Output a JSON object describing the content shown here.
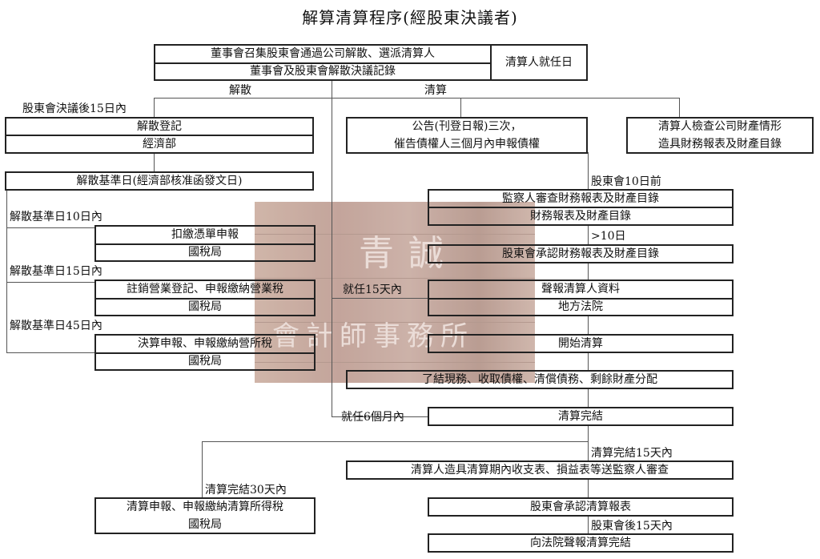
{
  "title": "解算清算程序(經股東決議者)",
  "top": {
    "line1": "董事會召集股東會通過公司解散、選派清算人",
    "line2": "董事會及股東會解散決議記錄",
    "side": "清算人就任日"
  },
  "branch_left": "解散",
  "branch_right": "清算",
  "watermark": {
    "line1": "青誠",
    "line2": "會計師事務所"
  },
  "left": {
    "deadline1": "股東會決議後15日內",
    "reg_line1": "解散登記",
    "reg_line2": "經濟部",
    "base_date": "解散基準日(經濟部核准函發文日)",
    "d10": "解散基準日10日內",
    "withhold_line1": "扣繳憑單申報",
    "withhold_line2": "國稅局",
    "d15": "解散基準日15日內",
    "vat_line1": "註銷營業登記、申報繳納營業稅",
    "vat_line2": "國稅局",
    "d45": "解散基準日45日內",
    "tax_line1": "決算申報、申報繳納營所稅",
    "tax_line2": "國稅局"
  },
  "right": {
    "notice_line1": "公告(刊登日報)三次，",
    "notice_line2": "催告債權人三個月內申報債權",
    "check_line1": "清算人檢查公司財產情形",
    "check_line2": "造具財務報表及財產目錄",
    "before10": "股東會10日前",
    "audit_line1": "監察人審查財務報表及財產目錄",
    "audit_line2": "財務報表及財產目錄",
    "gt10": ">10日",
    "approve_fs": "股東會承認財務報表及財產目錄",
    "within15": "就任15天內",
    "court_line1": "聲報清算人資料",
    "court_line2": "地方法院",
    "start": "開始清算",
    "settle": "了結現務、收取債權、清償債務、剩餘財產分配",
    "within6m": "就任6個月內",
    "done": "清算完結"
  },
  "bottom": {
    "done15": "清算完結15天內",
    "report_stmt": "清算人造具清算期內收支表、損益表等送監察人審查",
    "done30": "清算完結30天內",
    "final_tax_line1": "清算申報、申報繳納清算所得稅",
    "final_tax_line2": "國稅局",
    "approve_report": "股東會承認清算報表",
    "after15": "股東會後15天內",
    "court_done": "向法院聲報清算完結"
  }
}
